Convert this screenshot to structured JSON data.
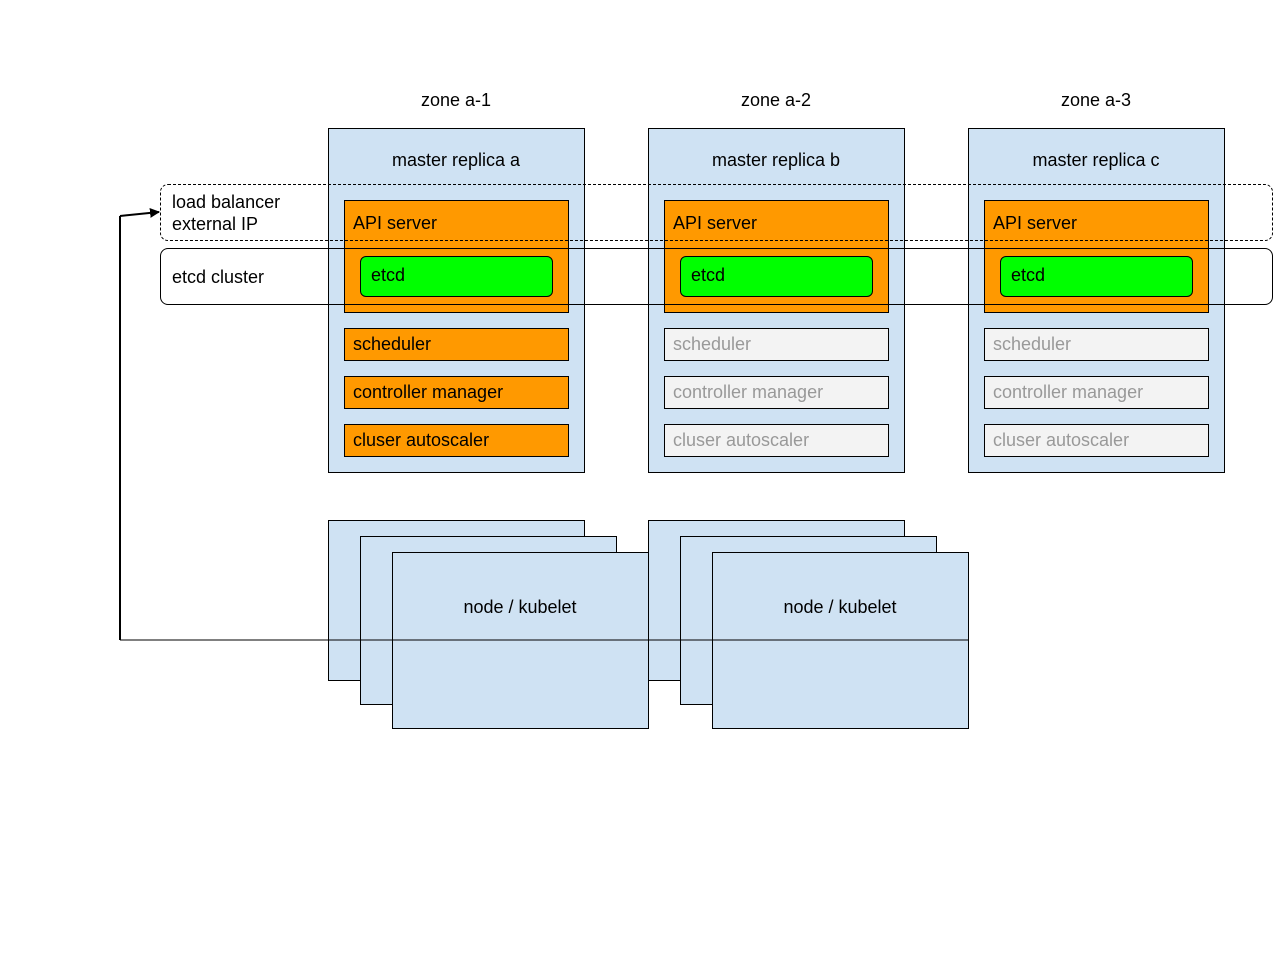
{
  "colors": {
    "master_fill": "#cfe2f3",
    "active_component": "#ff9900",
    "etcd": "#00ff00",
    "inactive_component_fill": "#f3f3f3",
    "inactive_component_text": "#999999",
    "node_fill": "#cfe2f3",
    "line": "#000000"
  },
  "zones": [
    {
      "label": "zone a-1",
      "master": {
        "title": "master replica a",
        "api_server": "API server",
        "etcd": "etcd",
        "components": [
          {
            "label": "scheduler",
            "active": true
          },
          {
            "label": "controller manager",
            "active": true
          },
          {
            "label": "cluser autoscaler",
            "active": true
          }
        ]
      }
    },
    {
      "label": "zone a-2",
      "master": {
        "title": "master replica b",
        "api_server": "API server",
        "etcd": "etcd",
        "components": [
          {
            "label": "scheduler",
            "active": false
          },
          {
            "label": "controller manager",
            "active": false
          },
          {
            "label": "cluser autoscaler",
            "active": false
          }
        ]
      }
    },
    {
      "label": "zone a-3",
      "master": {
        "title": "master replica c",
        "api_server": "API server",
        "etcd": "etcd",
        "components": [
          {
            "label": "scheduler",
            "active": false
          },
          {
            "label": "controller manager",
            "active": false
          },
          {
            "label": "cluser autoscaler",
            "active": false
          }
        ]
      }
    }
  ],
  "load_balancer": {
    "line1": "load balancer",
    "line2": "external IP"
  },
  "etcd_cluster": {
    "label": "etcd cluster"
  },
  "node_groups": [
    {
      "label": "node / kubelet"
    },
    {
      "label": "node / kubelet"
    }
  ]
}
